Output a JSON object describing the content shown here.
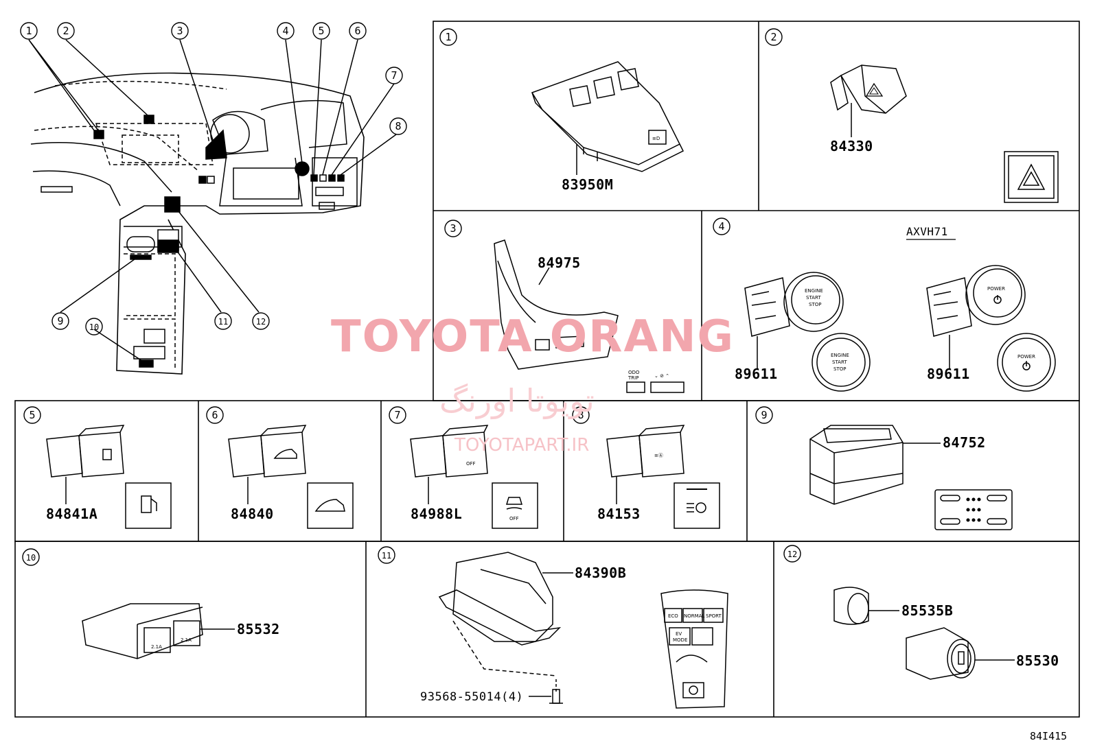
{
  "diagram_id": "84I415",
  "overview": {
    "callouts": [
      "1",
      "2",
      "3",
      "4",
      "5",
      "6",
      "7",
      "8",
      "9",
      "10",
      "11",
      "12"
    ]
  },
  "watermark": {
    "brand": "TOYOTA ORANG",
    "persian": "تویوتا اورنگ",
    "site": "TOYOTAPART.IR"
  },
  "panels": [
    {
      "num": "1",
      "parts": [
        "83950M"
      ]
    },
    {
      "num": "2",
      "parts": [
        "84330"
      ]
    },
    {
      "num": "3",
      "parts": [
        "84975"
      ],
      "labels": [
        "ODO",
        "TRIP"
      ]
    },
    {
      "num": "4",
      "variant": "AXVH71",
      "parts": [
        "89611",
        "89611"
      ],
      "labels": [
        "ENGINE",
        "START",
        "STOP",
        "POWER"
      ]
    },
    {
      "num": "5",
      "parts": [
        "84841A"
      ]
    },
    {
      "num": "6",
      "parts": [
        "84840"
      ]
    },
    {
      "num": "7",
      "parts": [
        "84988L"
      ],
      "labels": [
        "OFF"
      ]
    },
    {
      "num": "8",
      "parts": [
        "84153"
      ]
    },
    {
      "num": "9",
      "parts": [
        "84752"
      ]
    },
    {
      "num": "10",
      "parts": [
        "85532"
      ],
      "labels": [
        "2.1A"
      ]
    },
    {
      "num": "11",
      "parts": [
        "84390B",
        "93568-55014(4)"
      ],
      "labels": [
        "ECO",
        "NORMAL",
        "SPORT",
        "EV",
        "MODE"
      ]
    },
    {
      "num": "12",
      "parts": [
        "85535B",
        "85530"
      ]
    }
  ],
  "colors": {
    "line": "#000000",
    "watermark": "#f2a6ad",
    "background": "#ffffff"
  },
  "icons": [
    "fuel-door-icon",
    "trunk-icon",
    "traction-off-icon",
    "headlight-auto-icon",
    "hazard-icon",
    "power-icon",
    "parking-brake-icon"
  ]
}
